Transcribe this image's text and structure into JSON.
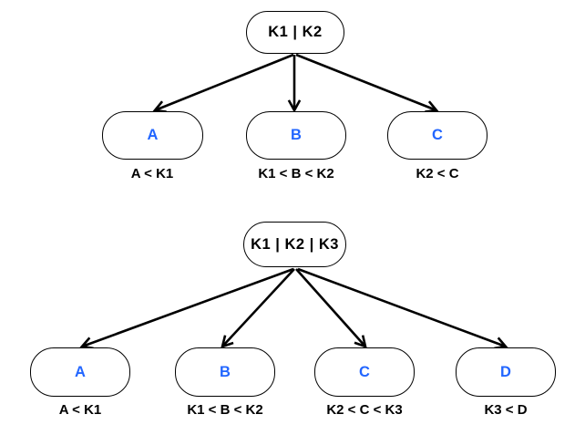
{
  "diagram": {
    "title_semantic": "btree-node-split-diagrams",
    "colors": {
      "background": "#ffffff",
      "node_fill": "#ffffff",
      "node_border": "#000000",
      "arrow": "#000000",
      "child_letter": "#2266ff",
      "label_text": "#000000"
    },
    "trees": [
      {
        "root": {
          "label": "K1 | K2"
        },
        "children": [
          {
            "letter": "A",
            "condition": "A < K1"
          },
          {
            "letter": "B",
            "condition": "K1 < B < K2"
          },
          {
            "letter": "C",
            "condition": "K2 < C"
          }
        ]
      },
      {
        "root": {
          "label": "K1 | K2 | K3"
        },
        "children": [
          {
            "letter": "A",
            "condition": "A < K1"
          },
          {
            "letter": "B",
            "condition": "K1 < B < K2"
          },
          {
            "letter": "C",
            "condition": "K2 < C < K3"
          },
          {
            "letter": "D",
            "condition": "K3 < D"
          }
        ]
      }
    ]
  }
}
